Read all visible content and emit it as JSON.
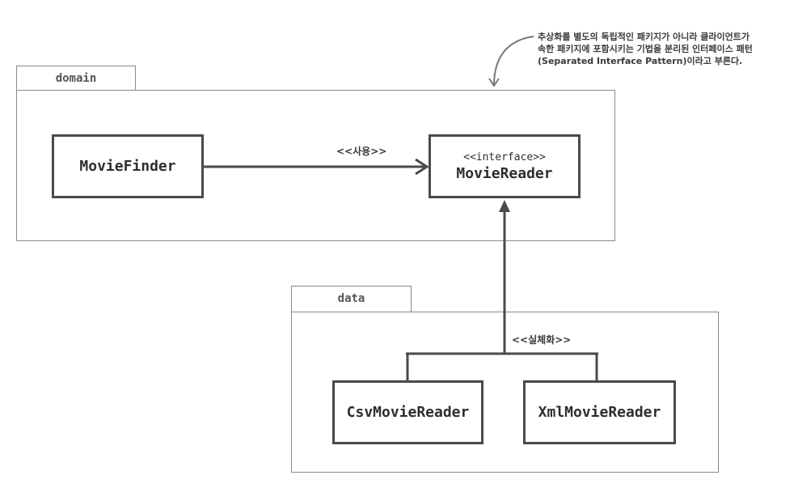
{
  "packages": {
    "domain": {
      "label": "domain"
    },
    "data": {
      "label": "data"
    }
  },
  "classes": {
    "movie_finder": {
      "name": "MovieFinder"
    },
    "movie_reader": {
      "stereotype": "<<interface>>",
      "name": "MovieReader"
    },
    "csv_movie_reader": {
      "name": "CsvMovieReader"
    },
    "xml_movie_reader": {
      "name": "XmlMovieReader"
    }
  },
  "relations": {
    "uses_label": "<<사용>>",
    "realizes_label": "<<실체화>>"
  },
  "note": {
    "lines": [
      "추상화를 별도의 독립적인 패키지가 아니라 클라이언트가",
      "속한 패키지에 포함시키는 기법을 분리된 인터페이스 패턴",
      "(Separated Interface Pattern)이라고 부른다."
    ]
  },
  "colors": {
    "box_border": "#4a4a4a",
    "package_border": "#8a8a8a",
    "arrow": "#4a4a4a",
    "note_arrow": "#7a7a7a"
  }
}
